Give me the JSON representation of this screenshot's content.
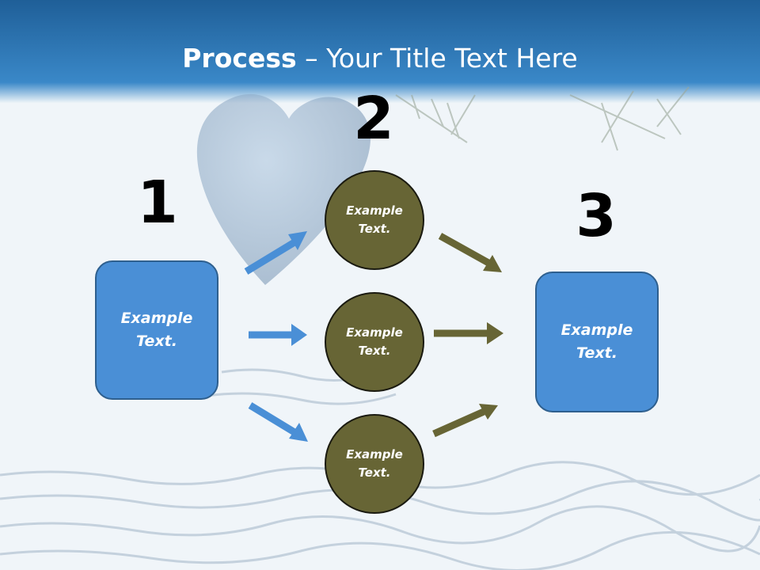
{
  "title": {
    "bold": "Process",
    "rest": " – Your Title Text Here"
  },
  "steps": [
    {
      "number": "1",
      "label": "Example Text."
    },
    {
      "number": "2",
      "items": [
        "Example Text.",
        "Example Text.",
        "Example Text."
      ]
    },
    {
      "number": "3",
      "label": "Example Text."
    }
  ],
  "colors": {
    "header": "#2f77b6",
    "box_fill": "#4a8fd6",
    "circle_fill": "#676535",
    "blue_arrow": "#4a8fd6",
    "olive_arrow": "#676535"
  }
}
